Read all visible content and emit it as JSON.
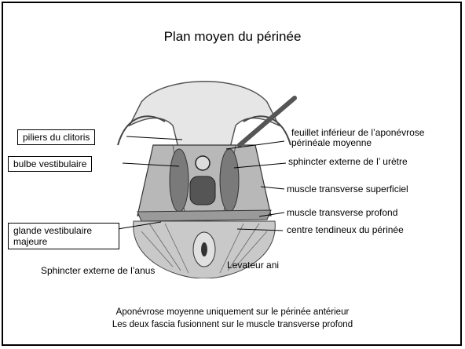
{
  "slide": {
    "title": "Plan moyen du périnée",
    "labels": {
      "piliers": "piliers du clitoris",
      "bulbe": "bulbe vestibulaire",
      "glande_l1": "glande vestibulaire",
      "glande_l2": "majeure",
      "feuillet_l1": "feuillet inférieur de l’aponévrose",
      "feuillet_l2": "périnéale moyenne",
      "sphincter_uretre": "sphincter externe de l’ urètre",
      "transverse_sup": "muscle transverse superficiel",
      "transverse_prof": "muscle transverse profond",
      "centre_tendineux": "centre tendineux du périnée",
      "levateur": "Levateur ani",
      "sphincter_anus": "Sphincter externe de l’anus"
    },
    "footer": {
      "line1": "Aponévrose moyenne uniquement sur le périnée antérieur",
      "line2": "Les deux fascia fusionnent sur le muscle transverse profond"
    }
  }
}
